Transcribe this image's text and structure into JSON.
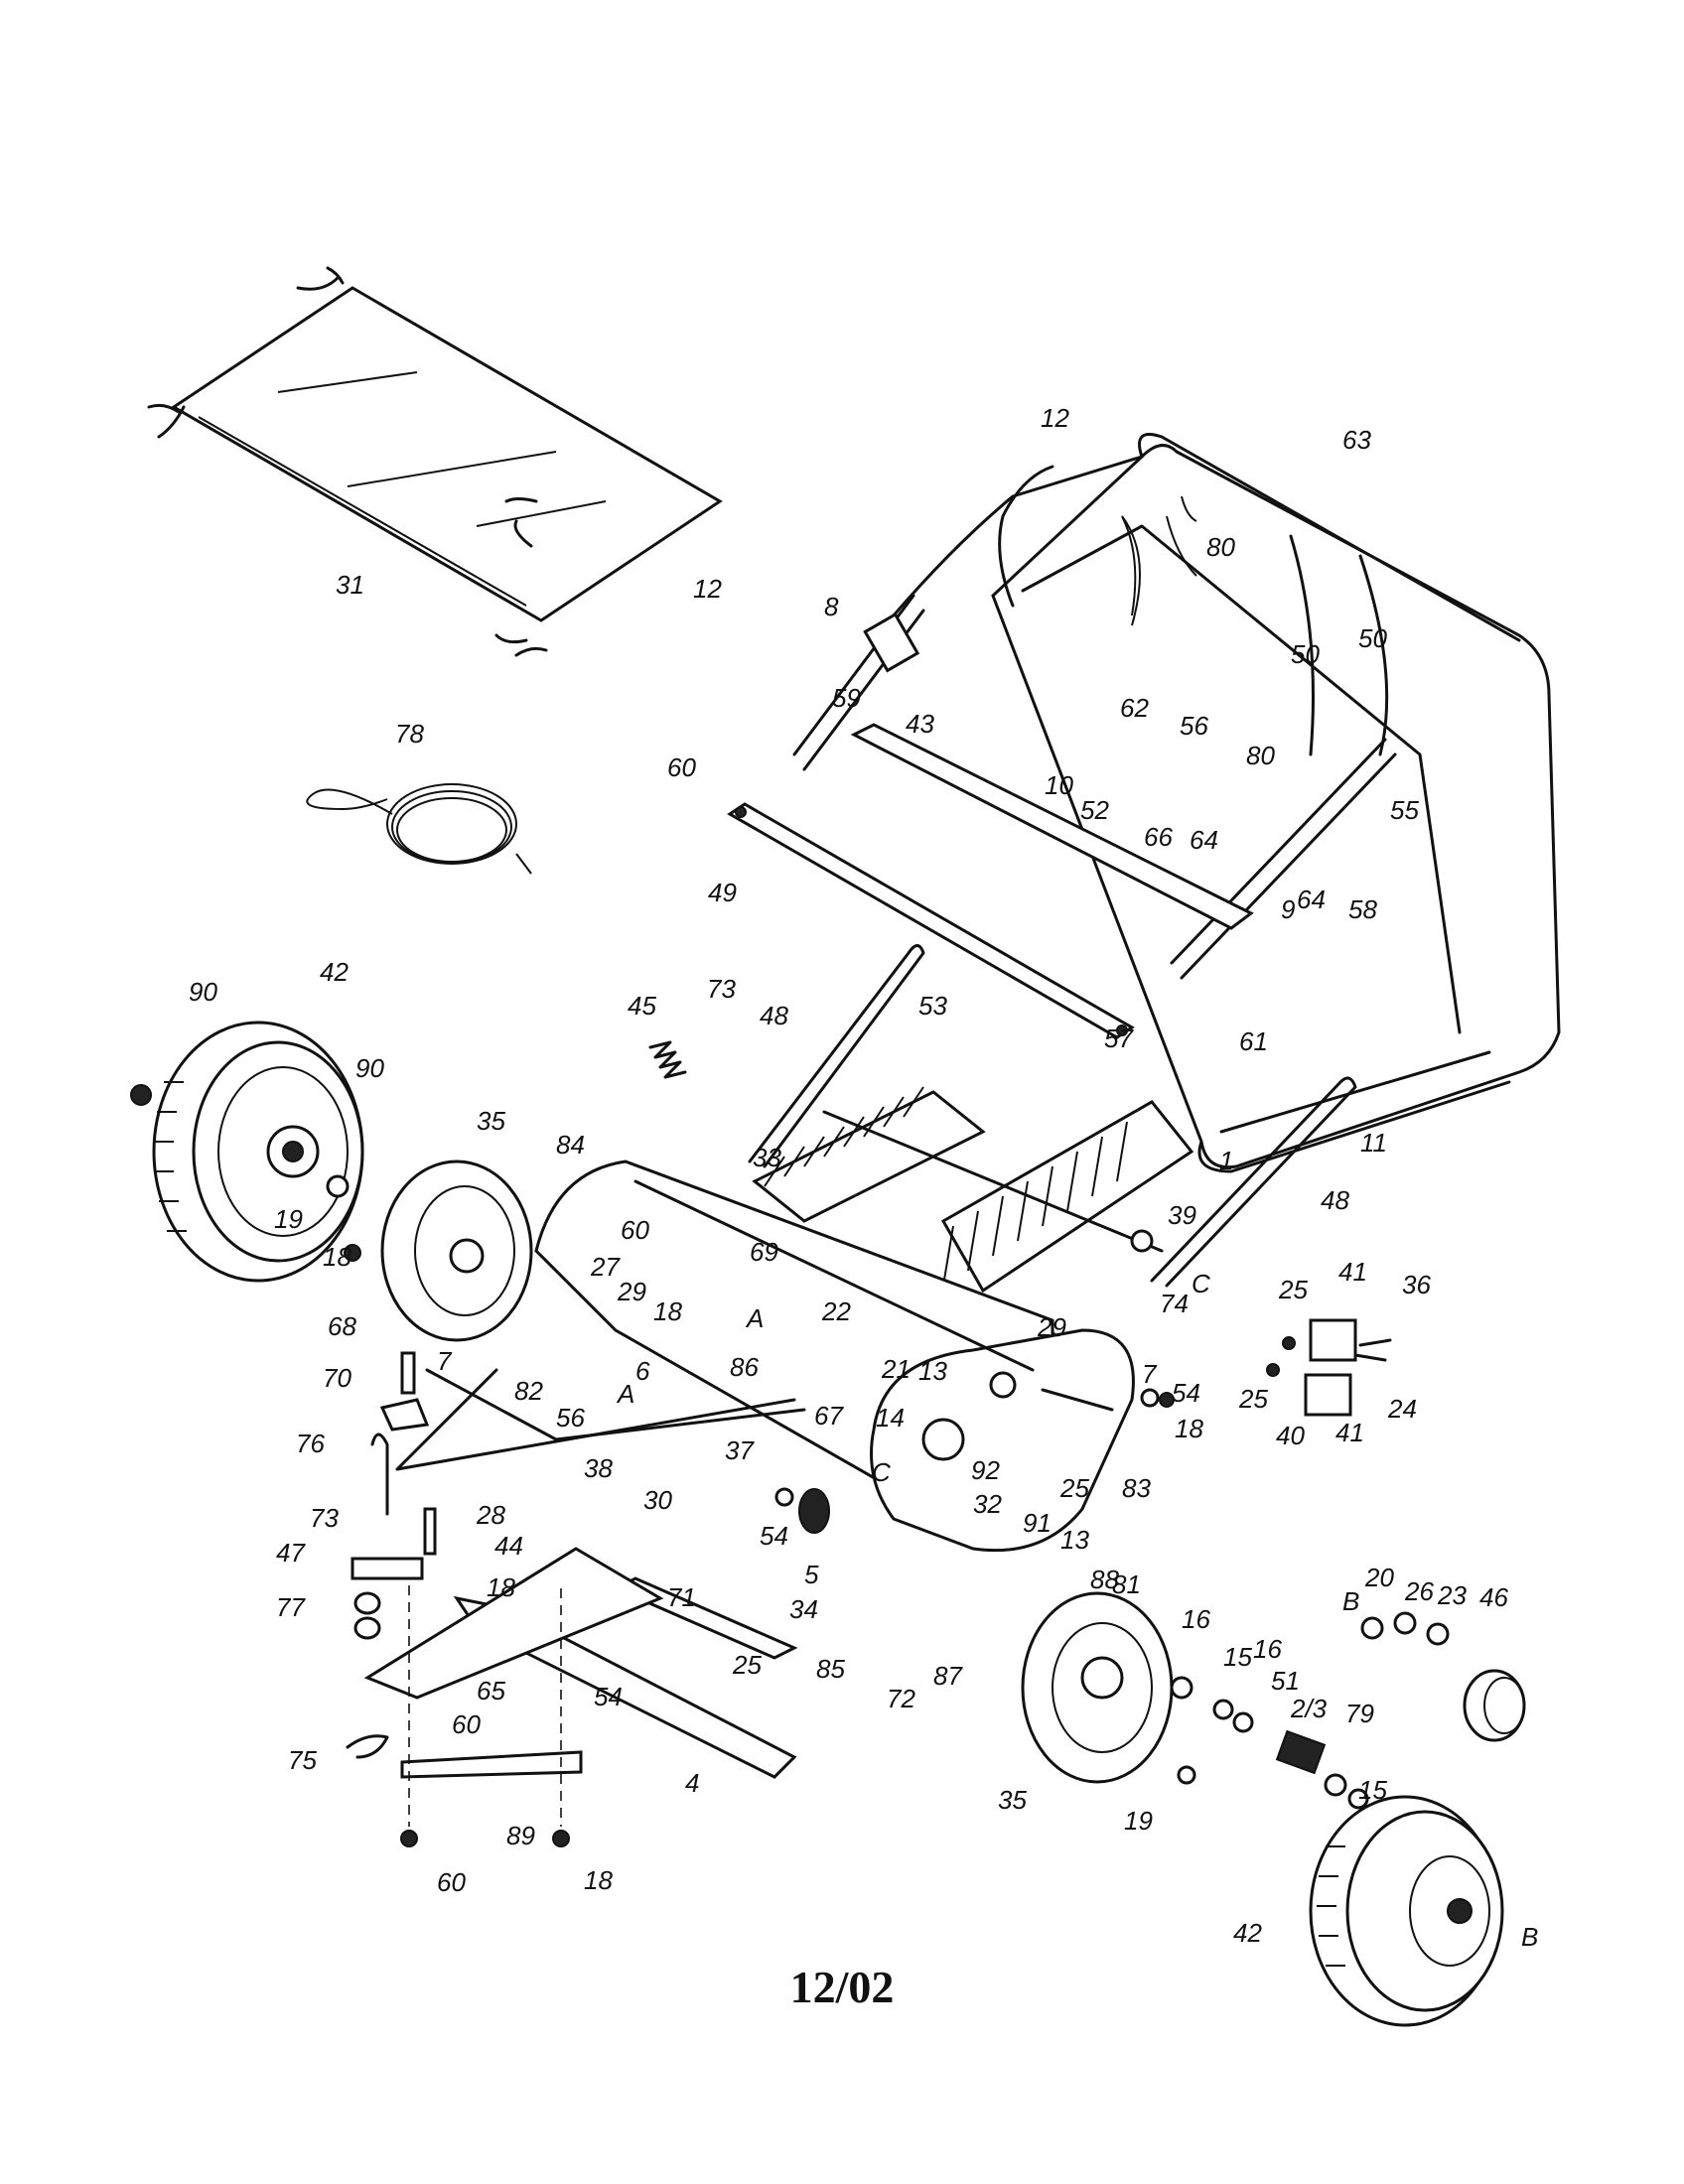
{
  "footer": {
    "date": "12/02"
  },
  "callouts": {
    "c1": "1",
    "c2_3": "2/3",
    "c4": "4",
    "c5": "5",
    "c6": "6",
    "c7a": "7",
    "c7b": "7",
    "c8": "8",
    "c9": "9",
    "c10": "10",
    "c11": "11",
    "c12a": "12",
    "c12b": "12",
    "c13a": "13",
    "c13b": "13",
    "c14": "14",
    "c15a": "15",
    "c15b": "15",
    "c16a": "16",
    "c16b": "16",
    "c18a": "18",
    "c18b": "18",
    "c18c": "18",
    "c18d": "18",
    "c18e": "18",
    "c19a": "19",
    "c19b": "19",
    "c20": "20",
    "c21": "21",
    "c22": "22",
    "c23": "23",
    "c24": "24",
    "c25a": "25",
    "c25b": "25",
    "c25c": "25",
    "c25d": "25",
    "c26": "26",
    "c27": "27",
    "c28": "28",
    "c29a": "29",
    "c29b": "29",
    "c30": "30",
    "c31": "31",
    "c32": "32",
    "c33": "33",
    "c34": "34",
    "c35a": "35",
    "c35b": "35",
    "c36": "36",
    "c37": "37",
    "c38": "38",
    "c39": "39",
    "c40": "40",
    "c41a": "41",
    "c41b": "41",
    "c42a": "42",
    "c42b": "42",
    "c43": "43",
    "c44": "44",
    "c45": "45",
    "c46": "46",
    "c47": "47",
    "c48a": "48",
    "c48b": "48",
    "c49": "49",
    "c50a": "50",
    "c50b": "50",
    "c51": "51",
    "c52": "52",
    "c53": "53",
    "c54a": "54",
    "c54b": "54",
    "c54c": "54",
    "c55": "55",
    "c56a": "56",
    "c56b": "56",
    "c57": "57",
    "c58": "58",
    "c59": "59",
    "c60a": "60",
    "c60b": "60",
    "c60c": "60",
    "c60d": "60",
    "c61": "61",
    "c62": "62",
    "c63": "63",
    "c64a": "64",
    "c64b": "64",
    "c65": "65",
    "c66": "66",
    "c67": "67",
    "c68": "68",
    "c69": "69",
    "c70": "70",
    "c71": "71",
    "c72": "72",
    "c73a": "73",
    "c73b": "73",
    "c74": "74",
    "c75": "75",
    "c76": "76",
    "c77": "77",
    "c78": "78",
    "c79": "79",
    "c80a": "80",
    "c80b": "80",
    "c81": "81",
    "c82": "82",
    "c83": "83",
    "c84": "84",
    "c85": "85",
    "c86": "86",
    "c87": "87",
    "c88": "88",
    "c89": "89",
    "c90a": "90",
    "c90b": "90",
    "c91": "91",
    "c92": "92",
    "ltrA1": "A",
    "ltrA2": "A",
    "ltrB1": "B",
    "ltrB2": "B",
    "ltrC1": "C",
    "ltrC2": "C"
  }
}
